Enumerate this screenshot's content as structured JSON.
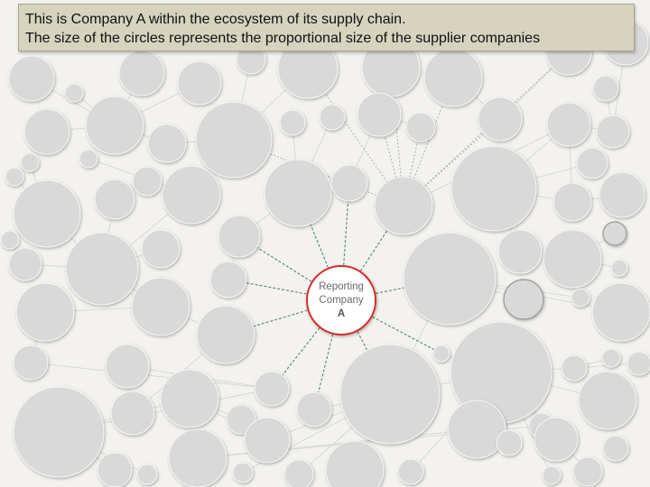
{
  "caption": {
    "line1": "This is Company A within the ecosystem of its supply chain.",
    "line2": "The size of the circles represents the proportional size of the supplier companies"
  },
  "center": {
    "line1": "Reporting",
    "line2": "Company",
    "line3": "A"
  },
  "colors": {
    "background": "#f3f2ee",
    "caption_fill": "#d6d3be",
    "supplier_fill": "#d9d9d9",
    "center_ring": "#d62b2b",
    "direct_link": "#5f8a87",
    "ecosystem_link": "#d8d8d8"
  }
}
